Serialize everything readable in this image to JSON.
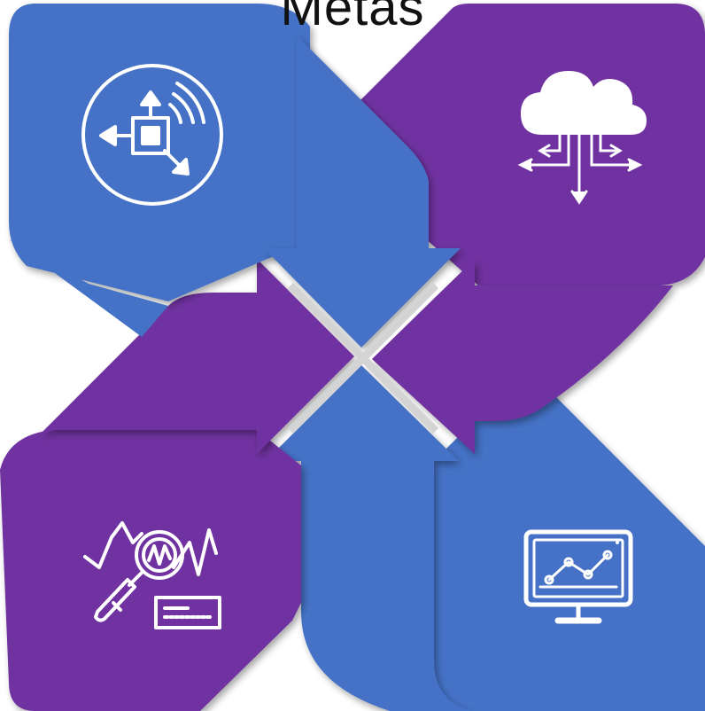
{
  "title": "Metas",
  "colors": {
    "blue": "#4472c6",
    "purple": "#7030a0",
    "divider": "#d4d4d4",
    "icon": "#ffffff"
  },
  "quadrants": [
    {
      "id": "top-left",
      "color": "blue",
      "icon": "move-arrows-signal-icon"
    },
    {
      "id": "top-right",
      "color": "purple",
      "icon": "cloud-network-icon"
    },
    {
      "id": "bottom-left",
      "color": "purple",
      "icon": "waveform-magnifier-icon"
    },
    {
      "id": "bottom-right",
      "color": "blue",
      "icon": "monitor-line-chart-icon"
    }
  ]
}
